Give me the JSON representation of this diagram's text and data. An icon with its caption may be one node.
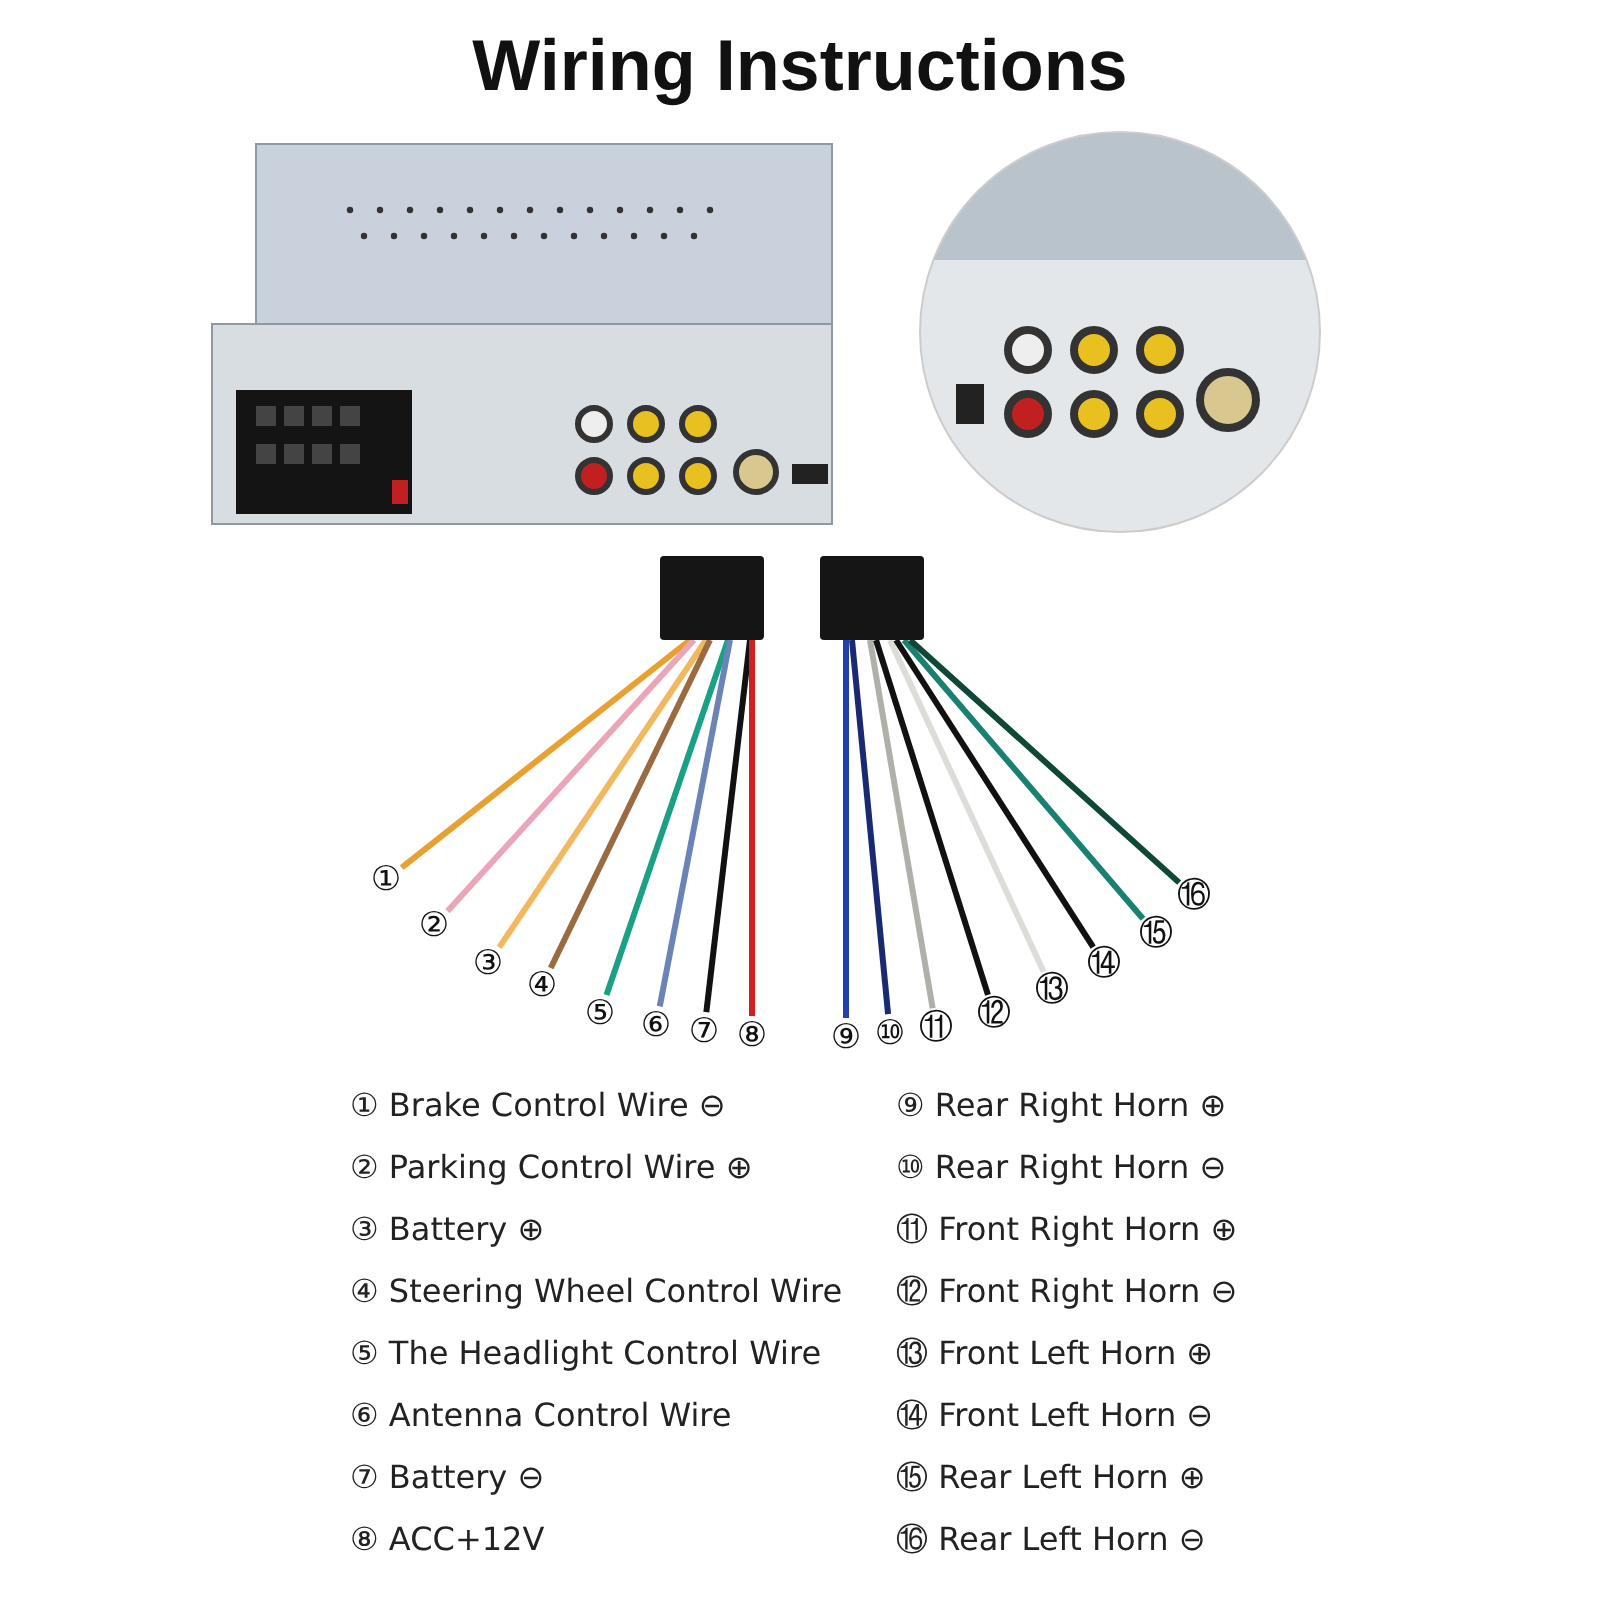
{
  "diagram": {
    "title": "Wiring Instructions",
    "nodes": [
      {
        "text": [],
        "shape": "box"
      },
      {
        "text": [],
        "shape": "box"
      },
      {
        "text": [
          "①"
        ]
      },
      {
        "text": [
          "②"
        ]
      },
      {
        "text": [
          "③"
        ]
      },
      {
        "text": [
          "④"
        ]
      },
      {
        "text": [
          "⑤"
        ]
      },
      {
        "text": [
          "⑥"
        ]
      },
      {
        "text": [
          "⑦"
        ]
      },
      {
        "text": [
          "⑧"
        ]
      },
      {
        "text": [
          "⑨"
        ]
      },
      {
        "text": [
          "⑩"
        ]
      },
      {
        "text": [
          "⑪"
        ]
      },
      {
        "text": [
          "⑫"
        ]
      },
      {
        "text": [
          "⑬"
        ]
      },
      {
        "text": [
          "⑭"
        ]
      },
      {
        "text": [
          "⑮"
        ]
      },
      {
        "text": [
          "⑯"
        ]
      }
    ],
    "edges": [
      {
        "from": 0,
        "to": 2,
        "arrow": "none",
        "color": "#e8a030"
      },
      {
        "from": 0,
        "to": 3,
        "arrow": "none",
        "color": "#eba5b8"
      },
      {
        "from": 0,
        "to": 4,
        "arrow": "none",
        "color": "#f2b860"
      },
      {
        "from": 0,
        "to": 5,
        "arrow": "none",
        "color": "#9a6a40"
      },
      {
        "from": 0,
        "to": 6,
        "arrow": "none",
        "color": "#1aa084"
      },
      {
        "from": 0,
        "to": 7,
        "arrow": "none",
        "color": "#6a84b8"
      },
      {
        "from": 0,
        "to": 8,
        "arrow": "none",
        "color": "#111111"
      },
      {
        "from": 0,
        "to": 9,
        "arrow": "none",
        "color": "#d02020"
      },
      {
        "from": 1,
        "to": 10,
        "arrow": "none",
        "color": "#2040b0"
      },
      {
        "from": 1,
        "to": 11,
        "arrow": "none",
        "color": "#1a2a70"
      },
      {
        "from": 1,
        "to": 12,
        "arrow": "none",
        "color": "#b0b0a8"
      },
      {
        "from": 1,
        "to": 13,
        "arrow": "none",
        "color": "#111111"
      },
      {
        "from": 1,
        "to": 14,
        "arrow": "none",
        "color": "#dcdcd8"
      },
      {
        "from": 1,
        "to": 15,
        "arrow": "none",
        "color": "#111111"
      },
      {
        "from": 1,
        "to": 16,
        "arrow": "none",
        "color": "#1a8070"
      },
      {
        "from": 1,
        "to": 17,
        "arrow": "none",
        "color": "#104838"
      }
    ],
    "labels": [
      "① Brake Control Wire ⊖",
      "② Parking Control Wire ⊕",
      "③ Battery ⊕",
      "④ Steering Wheel Control Wire",
      "⑤ The Headlight Control Wire",
      "⑥ Antenna Control Wire",
      "⑦ Battery ⊖",
      "⑧ ACC+12V",
      "⑨ Rear Right Horn ⊕",
      "⑩ Rear Right Horn ⊖",
      "⑪ Front Right Horn ⊕",
      "⑫ Front Right Horn ⊖",
      "⑬ Front Left Horn ⊕",
      "⑭ Front Left Horn ⊖",
      "⑮ Rear Left Horn ⊕",
      "⑯ Rear Left Horn ⊖"
    ]
  }
}
